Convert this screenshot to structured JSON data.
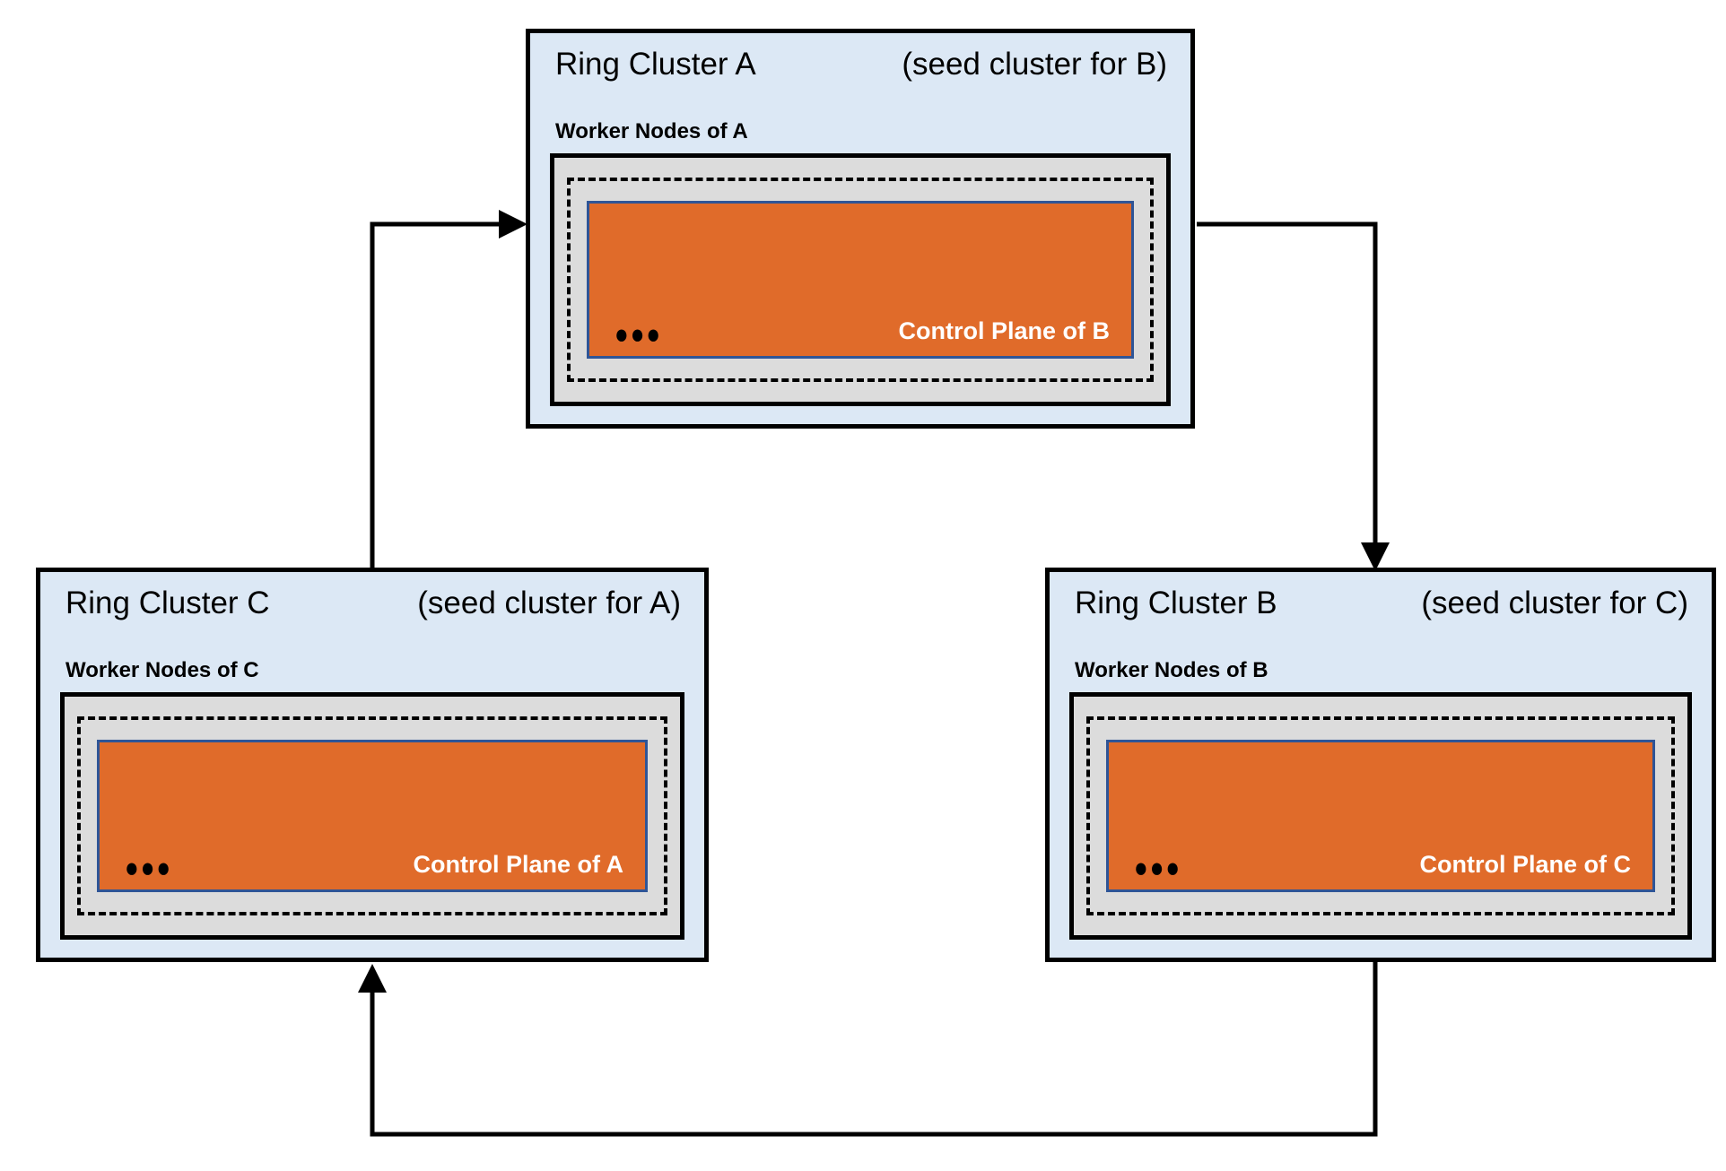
{
  "diagram": {
    "background": "#ffffff",
    "colors": {
      "cluster_fill": "#dce8f5",
      "cluster_border": "#000000",
      "worker_box_fill": "#dcdcdc",
      "worker_box_border": "#000000",
      "dashed_border": "#000000",
      "control_plane_fill": "#e06b2a",
      "control_plane_border": "#2f5597",
      "control_plane_text": "#ffffff",
      "arrow_color": "#000000"
    }
  },
  "clusters": {
    "a": {
      "title": "Ring Cluster A",
      "subtitle": "(seed cluster for B)",
      "worker_label": "Worker Nodes of A",
      "ellipsis": "●●●",
      "control_plane_label": "Control Plane of B"
    },
    "b": {
      "title": "Ring Cluster B",
      "subtitle": "(seed cluster for C)",
      "worker_label": "Worker Nodes of B",
      "ellipsis": "●●●",
      "control_plane_label": "Control Plane of C"
    },
    "c": {
      "title": "Ring Cluster C",
      "subtitle": "(seed cluster for A)",
      "worker_label": "Worker Nodes of C",
      "ellipsis": "●●●",
      "control_plane_label": "Control Plane of A"
    }
  },
  "arrows": [
    {
      "from": "Ring Cluster C",
      "to": "Ring Cluster A"
    },
    {
      "from": "Ring Cluster A",
      "to": "Ring Cluster B"
    },
    {
      "from": "Ring Cluster B",
      "to": "Ring Cluster C"
    }
  ]
}
